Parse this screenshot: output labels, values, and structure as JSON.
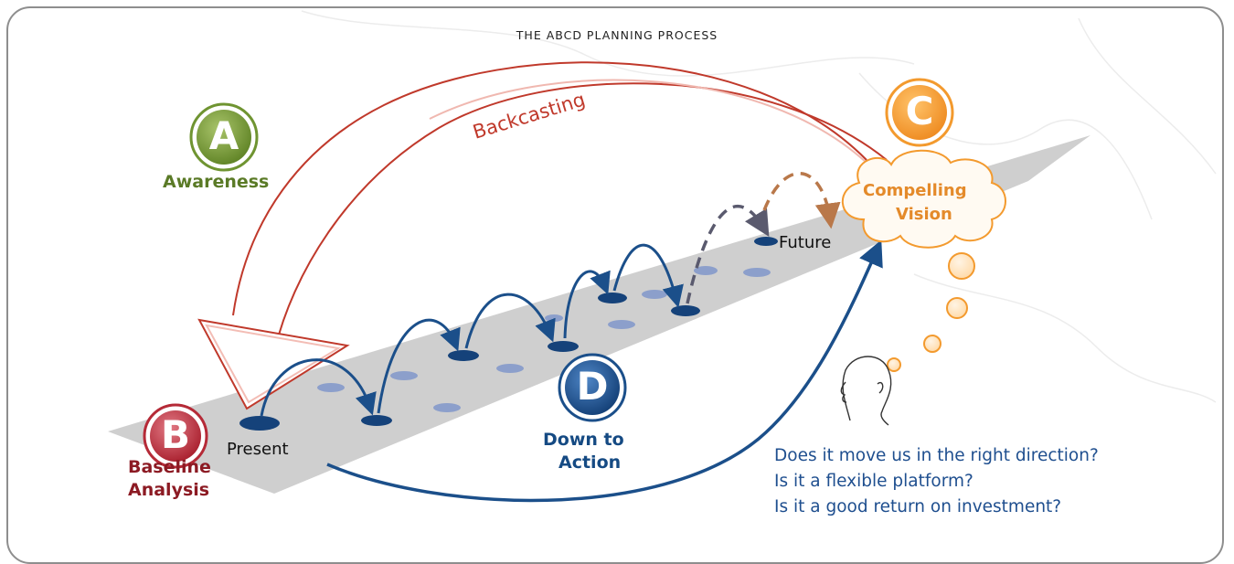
{
  "title": "THE ABCD PLANNING PROCESS",
  "steps": {
    "a": {
      "letter": "A",
      "label": "Awareness"
    },
    "b": {
      "letter": "B",
      "label_line1": "Baseline",
      "label_line2": "Analysis"
    },
    "c": {
      "letter": "C",
      "label_line1": "Compelling",
      "label_line2": "Vision"
    },
    "d": {
      "letter": "D",
      "label_line1": "Down to",
      "label_line2": "Action"
    }
  },
  "backcasting": "Backcasting",
  "present": "Present",
  "future": "Future",
  "questions": [
    "Does it move us in the right direction?",
    "Is it a flexible platform?",
    "Is it a good return on investment?"
  ],
  "colors": {
    "awareness": "#6f9431",
    "baseline": "#b52a37",
    "vision": "#f39a2e",
    "action": "#1b4f8a",
    "backcasting_arrow": "#c0392b",
    "path": "#cfcfcf"
  }
}
